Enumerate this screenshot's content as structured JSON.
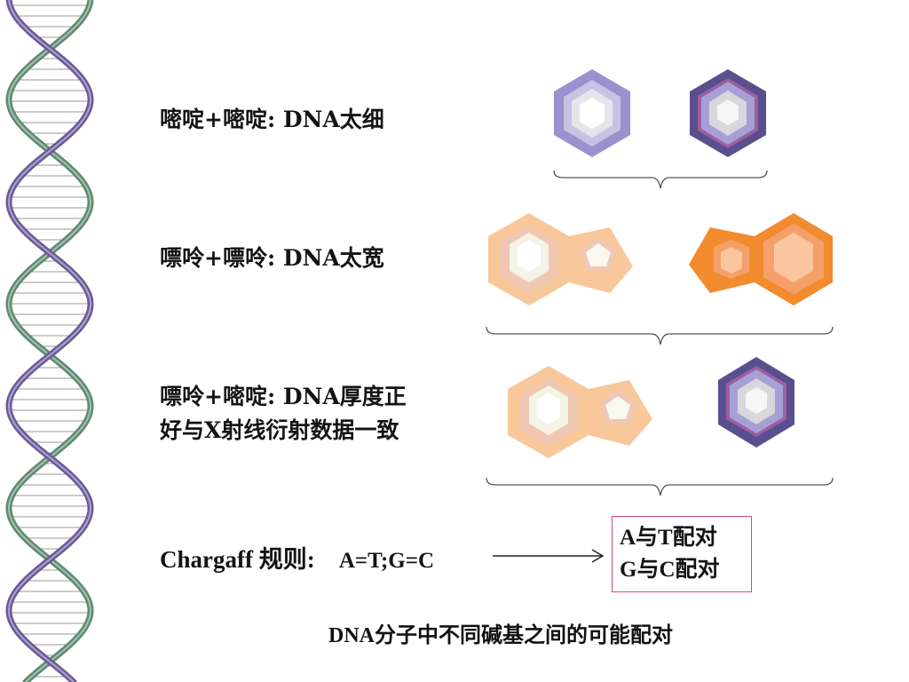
{
  "rows": [
    {
      "label_line1": "嘧啶+嘧啶: DNA太细",
      "label_line2": ""
    },
    {
      "label_line1": "嘌呤+嘌呤: DNA太宽",
      "label_line2": ""
    },
    {
      "label_line1": "嘌呤+嘧啶: DNA厚度正",
      "label_line2": "好与X射线衍射数据一致"
    }
  ],
  "chargaff": {
    "rule_text": "Chargaff 规则:",
    "equation": "A=T;G=C"
  },
  "pairing_box": {
    "line1": "A与T配对",
    "line2": "G与C配对"
  },
  "caption": "DNA分子中不同碱基之间的可能配对",
  "colors": {
    "pyrimidine_outer": "#5a4f8e",
    "pyrimidine_light_outer": "#8f86c2",
    "purine_light": "#f9c89a",
    "purine_dark": "#f28a2e",
    "helix_green": "#5e8a72",
    "helix_purple": "#6a5a99",
    "box_border": "#d4478a"
  }
}
